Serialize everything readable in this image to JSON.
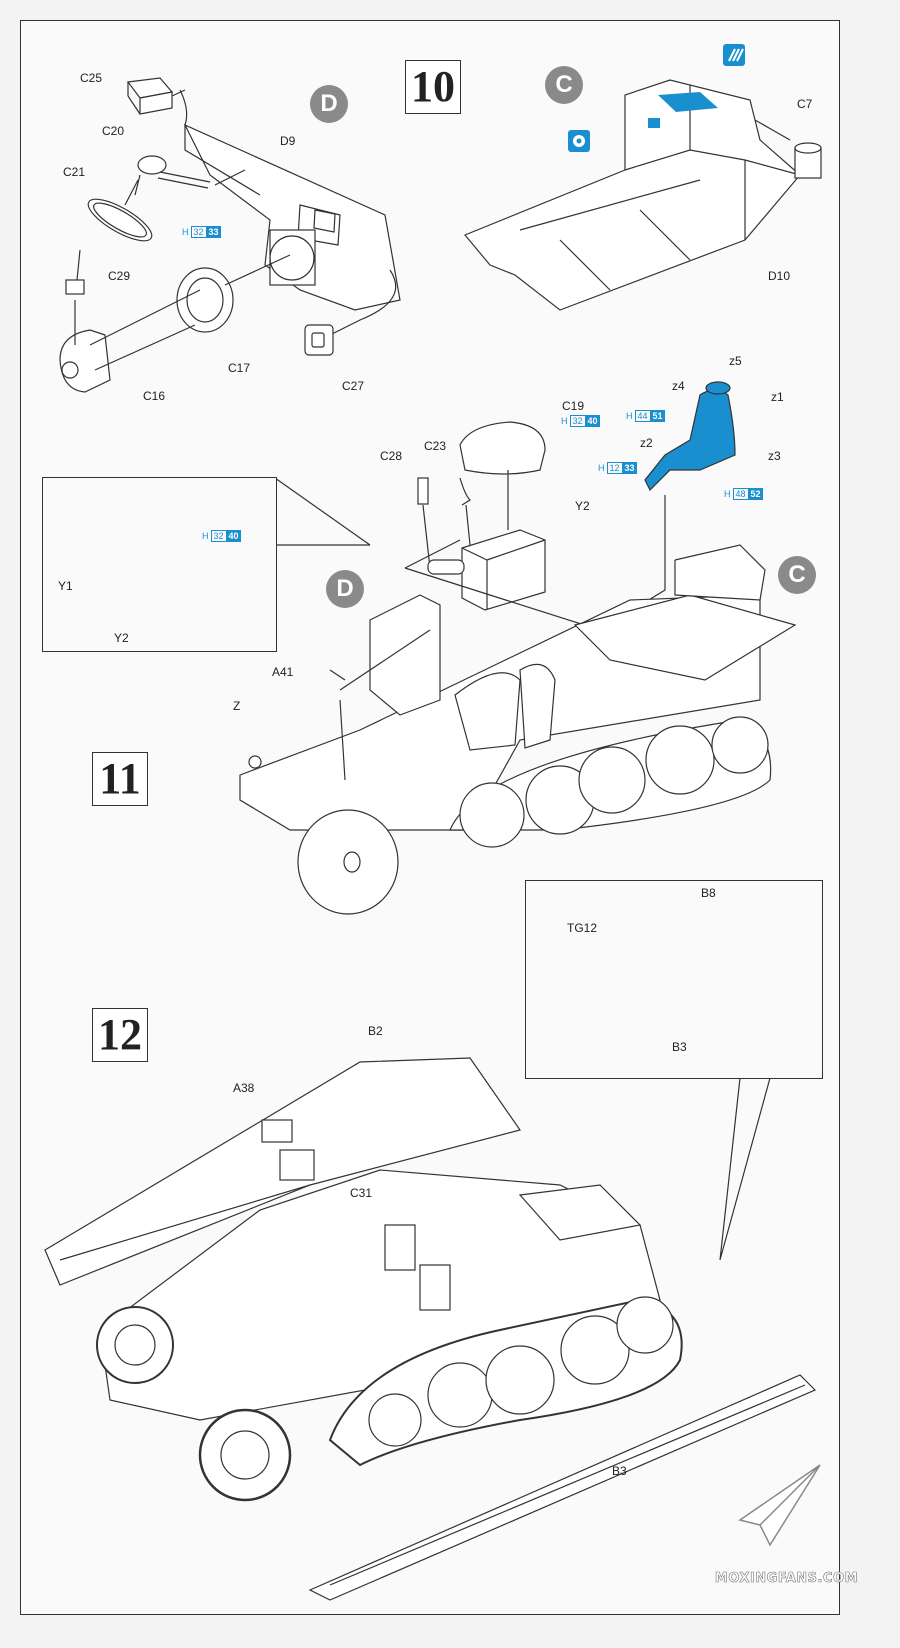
{
  "steps": {
    "s10": "10",
    "s11": "11",
    "s12": "12"
  },
  "sprues": {
    "d_top": "D",
    "c_top": "C",
    "d_mid": "D",
    "c_mid": "C"
  },
  "parts": {
    "c25": "C25",
    "c20": "C20",
    "c21": "C21",
    "c29": "C29",
    "c16": "C16",
    "c17": "C17",
    "d9": "D9",
    "c27": "C27",
    "c7": "C7",
    "d10": "D10",
    "c19": "C19",
    "c23": "C23",
    "c28": "C28",
    "y2": "Y2",
    "y1": "Y1",
    "y2b": "Y2",
    "a41": "A41",
    "z": "Z",
    "z5": "z5",
    "z4": "z4",
    "z1": "z1",
    "z2": "z2",
    "z3": "z3",
    "b8": "B8",
    "tg12": "TG12",
    "b3_inset": "B3",
    "b2": "B2",
    "a38": "A38",
    "c31": "C31",
    "b3": "B3"
  },
  "paint_codes": {
    "p1": {
      "h": "H",
      "a": "32",
      "b": "33"
    },
    "p2": {
      "h": "H",
      "a": "32",
      "b": "40"
    },
    "p3": {
      "h": "H",
      "a": "44",
      "b": "51"
    },
    "p4": {
      "h": "H",
      "a": "12",
      "b": "33"
    },
    "p5": {
      "h": "H",
      "a": "48",
      "b": "52"
    },
    "p6": {
      "h": "H",
      "a": "32",
      "b": "40"
    }
  },
  "icons": {
    "stripes": "paint-stripes-icon",
    "cement_small": "cement-point-icon",
    "glue": "glue-icon"
  },
  "colors": {
    "accent": "#1a8fd0",
    "circle": "#8a8a8a"
  },
  "watermark": "MOXINGFANS.COM"
}
